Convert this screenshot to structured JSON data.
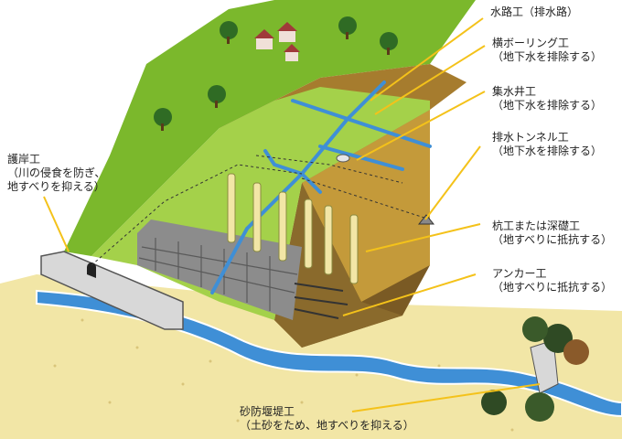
{
  "labels": {
    "suiro": {
      "main": "水路工（排水路）"
    },
    "yoko_boring": {
      "main": "横ボーリング工",
      "sub": "（地下水を排除する）"
    },
    "shusui_sei": {
      "main": "集水井工",
      "sub": "（地下水を排除する）"
    },
    "haisui_tunnel": {
      "main": "排水トンネル工",
      "sub": "（地下水を排除する）"
    },
    "kui": {
      "main": "杭工または深礎工",
      "sub": "（地すべりに抵抗する）"
    },
    "anchor": {
      "main": "アンカー工",
      "sub": "（地すべりに抵抗する）"
    },
    "gogan": {
      "main": "護岸工",
      "sub1": "（川の侵食を防ぎ、",
      "sub2": "地すべりを抑える）"
    },
    "sabo": {
      "main": "砂防堰堤工",
      "sub": "（土砂をため、地すべりを抑える）"
    }
  },
  "colors": {
    "grass": "#86c232",
    "grass_light": "#a4d14a",
    "soil": "#c49a3a",
    "soil_dark": "#7a5a24",
    "water": "#3f8fd6",
    "sand": "#f2e6a6",
    "leader": "#f4c21a",
    "concrete": "#8c8c8c"
  }
}
